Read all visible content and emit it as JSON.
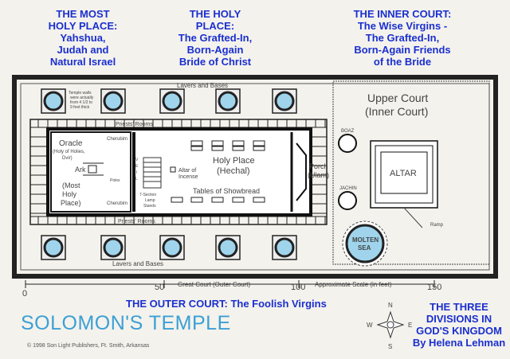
{
  "captions": {
    "most_holy": [
      "THE MOST",
      "HOLY PLACE:",
      "Yahshua,",
      "Judah and",
      "Natural Israel"
    ],
    "holy": [
      "THE HOLY",
      "PLACE:",
      "The Grafted-In,",
      "Born-Again",
      "Bride of Christ"
    ],
    "inner": [
      "THE INNER COURT:",
      "The Wise Virgins -",
      "The Grafted-In,",
      "Born-Again Friends",
      "of the Bride"
    ],
    "outer": "THE OUTER COURT: The Foolish Virgins",
    "three_divisions": [
      "THE THREE",
      "DIVISIONS IN",
      "GOD'S KINGDOM",
      "By Helena Lehman"
    ]
  },
  "plan": {
    "lavers_top": "Lavers and Bases",
    "lavers_bottom": "Lavers and Bases",
    "temple_walls_note": [
      "Temple walls",
      "were actually",
      "from 4 1/2 to",
      "9 feet thick"
    ],
    "priests_rooms_top": "Priests' Rooms",
    "priests_rooms_bottom": "Priests' Rooms",
    "oracle": [
      "Oracle",
      "(Holy of Holies,",
      "Dvir)"
    ],
    "ark": "Ark",
    "most_holy_place": [
      "(Most",
      "Holy",
      "Place)"
    ],
    "cherubim_top": "Cherubim",
    "cherubim_bottom": "Cherubim",
    "poles": "Poles",
    "veil": [
      "V",
      "E",
      "I",
      "L"
    ],
    "altar_of_incense": [
      "Altar of",
      "Incense"
    ],
    "holy_place": [
      "Holy Place",
      "(Hechal)"
    ],
    "tables": "Tables of Showbread",
    "lampstands": [
      "7-Section",
      "Lamp",
      "Stands"
    ],
    "porch": [
      "Porch",
      "(Ulam)"
    ],
    "boaz": "BOAZ",
    "jachin": "JACHIN",
    "upper_court": [
      "Upper Court",
      "(Inner Court)"
    ],
    "altar": "ALTAR",
    "ramp": "Ramp",
    "molten_sea": [
      "MOLTEN",
      "SEA"
    ]
  },
  "scale": {
    "ticks": [
      "0",
      "50",
      "100",
      "150"
    ],
    "great_court": "Great Court (Outer Court)",
    "approx": "Approximate Scale (in feet)"
  },
  "title": "SOLOMON'S TEMPLE",
  "copyright": "© 1998 Son Light Publishers, Ft. Smith, Arkansas",
  "compass": {
    "n": "N",
    "s": "S",
    "e": "E",
    "w": "W"
  },
  "colors": {
    "caption": "#1a2fd0",
    "title": "#3ba0d6",
    "laver": "#9fd4ec",
    "sea": "#9fd4ec"
  }
}
